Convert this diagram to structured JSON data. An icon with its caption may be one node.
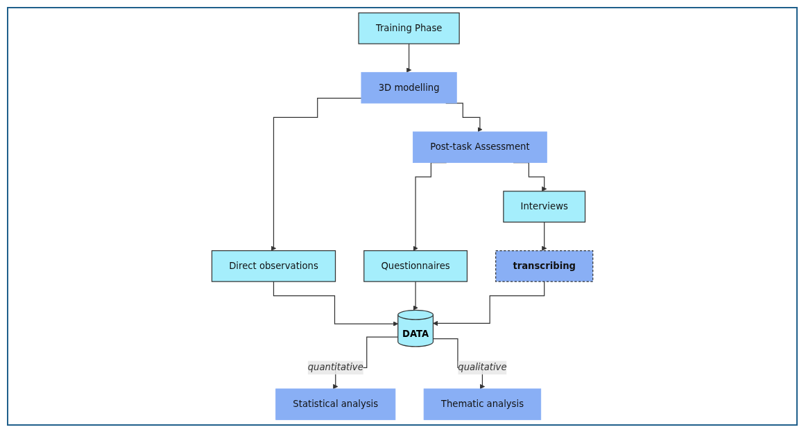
{
  "diagram": {
    "nodes": [
      {
        "text": [
          "Training Phase"
        ]
      },
      {
        "text": [
          "3D modelling"
        ]
      },
      {
        "text": [
          "Post-task Assessment"
        ]
      },
      {
        "text": [
          "Interviews"
        ]
      },
      {
        "text": [
          "Direct observations"
        ]
      },
      {
        "text": [
          "transcribing"
        ]
      },
      {
        "text": [
          "Questionnaires"
        ]
      },
      {
        "text": [
          "DATA"
        ]
      },
      {
        "text": [
          "Statistical analysis"
        ]
      },
      {
        "text": [
          "Thematic analysis"
        ]
      }
    ],
    "edges": [
      {
        "from": 0,
        "to": 1,
        "arrow": "to"
      },
      {
        "from": 1,
        "to": 2,
        "arrow": "to"
      },
      {
        "from": 2,
        "to": 3,
        "arrow": "to"
      },
      {
        "from": 2,
        "to": 6,
        "arrow": "to"
      },
      {
        "from": 1,
        "to": 4,
        "arrow": "to"
      },
      {
        "from": 3,
        "to": 5,
        "arrow": "to"
      },
      {
        "from": 4,
        "to": 7,
        "arrow": "to"
      },
      {
        "from": 6,
        "to": 7,
        "arrow": "to"
      },
      {
        "from": 5,
        "to": 7,
        "arrow": "to"
      },
      {
        "from": 7,
        "to": 8,
        "label": "quantitative",
        "arrow": "to"
      },
      {
        "from": 7,
        "to": 9,
        "label": "qualitative",
        "arrow": "to"
      }
    ]
  }
}
